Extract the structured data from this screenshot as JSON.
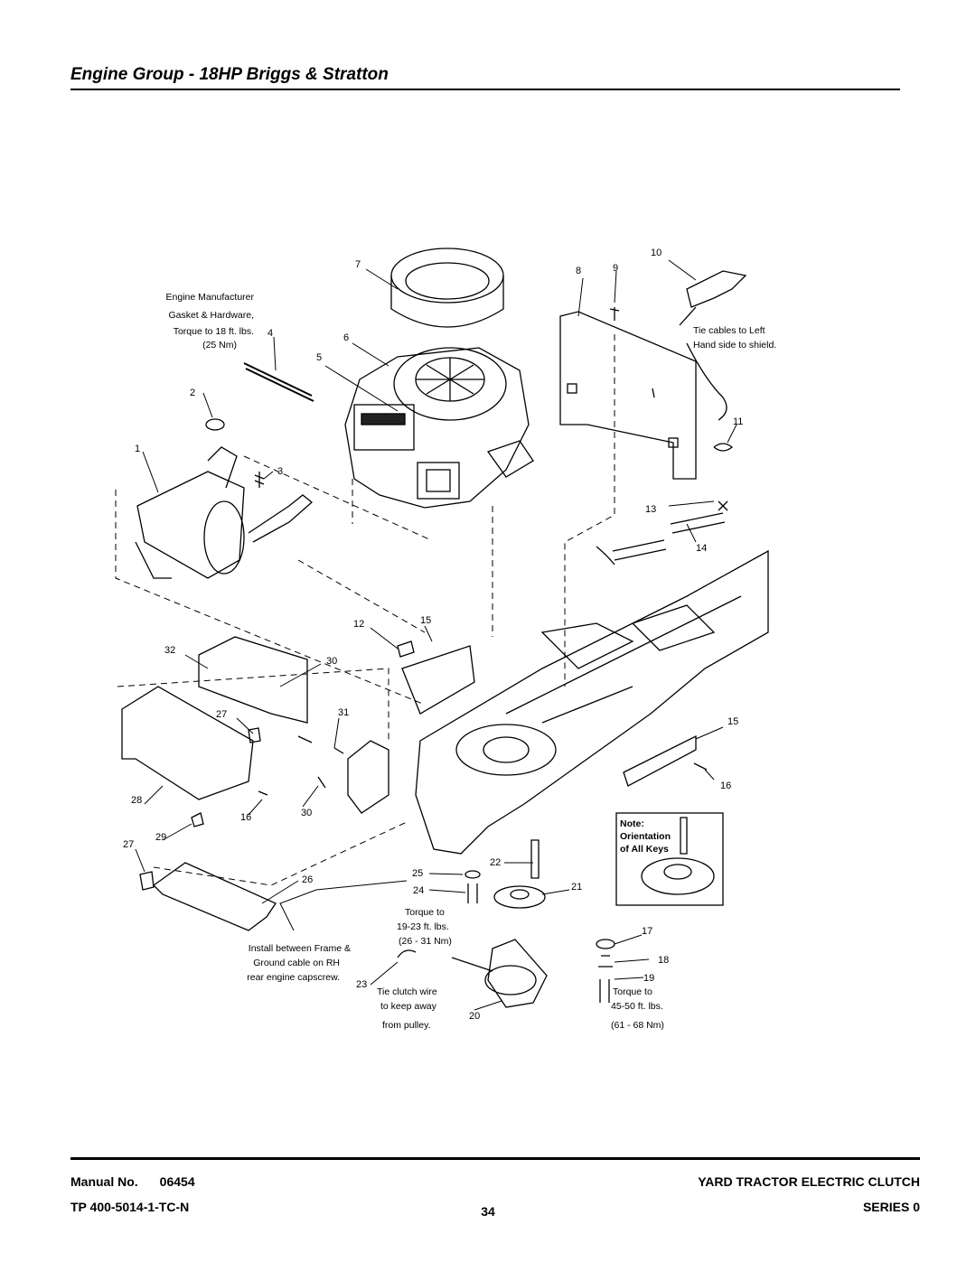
{
  "page": {
    "title": "Engine Group - 18HP Briggs & Stratton",
    "page_number": "34"
  },
  "footer": {
    "manual_label": "Manual No.",
    "manual_number": "06454",
    "tp_number": "TP 400-5014-1-TC-N",
    "product": "YARD TRACTOR ELECTRIC CLUTCH",
    "series": "SERIES 0"
  },
  "diagram": {
    "callouts": [
      "1",
      "2",
      "3",
      "4",
      "5",
      "6",
      "7",
      "8",
      "9",
      "10",
      "11",
      "12",
      "13",
      "14",
      "15",
      "15",
      "16",
      "16",
      "17",
      "18",
      "19",
      "20",
      "21",
      "22",
      "23",
      "24",
      "25",
      "26",
      "27",
      "27",
      "28",
      "29",
      "30",
      "30",
      "31",
      "32"
    ],
    "notes": {
      "engine_mfr": [
        "Engine Manufacturer",
        "Gasket & Hardware,",
        "Torque to 18 ft. lbs.",
        "(25 Nm)"
      ],
      "tie_cables": [
        "Tie cables to Left",
        "Hand side to shield."
      ],
      "key_orientation": [
        "Note:",
        "Orientation",
        "of All Keys"
      ],
      "torque_pulley": [
        "Torque to",
        "19-23 ft. lbs.",
        "(26 - 31 Nm)"
      ],
      "install_frame": [
        "Install between Frame &",
        "Ground cable on RH",
        "rear engine capscrew."
      ],
      "tie_clutch": [
        "Tie clutch wire",
        "to keep away",
        "from pulley."
      ],
      "torque_clutch": [
        "Torque to",
        "45-50 ft. lbs.",
        "(61 - 68 Nm)"
      ]
    }
  }
}
